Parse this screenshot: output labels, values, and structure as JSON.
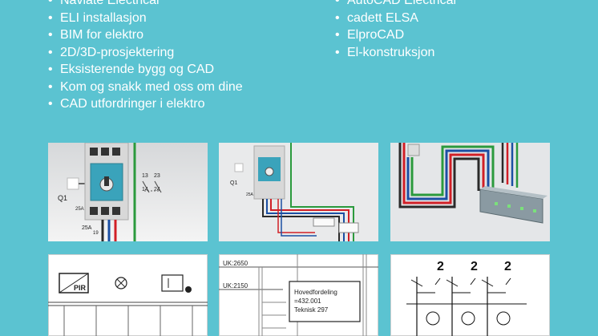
{
  "left_list": [
    "Naviate Electrical",
    "ELI installasjon",
    "BIM for elektro",
    "2D/3D-prosjektering",
    "Eksisterende bygg og CAD",
    "Kom og snakk med oss om dine",
    "CAD utfordringer i elektro"
  ],
  "right_list": [
    "AutoCAD Electrical",
    "cadett ELSA",
    "ElproCAD",
    "El-konstruksjon"
  ],
  "tile1": {
    "component_label": "Q1",
    "rating_top": "25A",
    "rating_bottom": "25A",
    "terminal_a": "13",
    "terminal_b": "23",
    "terminal_c": "14",
    "terminal_d": "24",
    "wire_label": "19"
  },
  "tile2": {
    "component_label": "Q1",
    "rating": "25A"
  },
  "tile4": {
    "sensor_label": "PIR"
  },
  "tile5": {
    "level_top": "UK:2650",
    "level_bottom": "UK:2150",
    "box_line1": "Hovedfordeling",
    "box_line2": "=432.001",
    "box_line3": "Teknisk 297"
  },
  "tile6": {
    "numbers": [
      "2",
      "2",
      "2"
    ]
  },
  "colors": {
    "background": "#5bc3d1",
    "text": "#ffffff",
    "wire_red": "#d11f26",
    "wire_blue": "#1b4fa3",
    "wire_green": "#2b9a3d",
    "wire_black": "#2a2a2a",
    "breaker_blue": "#3aa3bb"
  }
}
